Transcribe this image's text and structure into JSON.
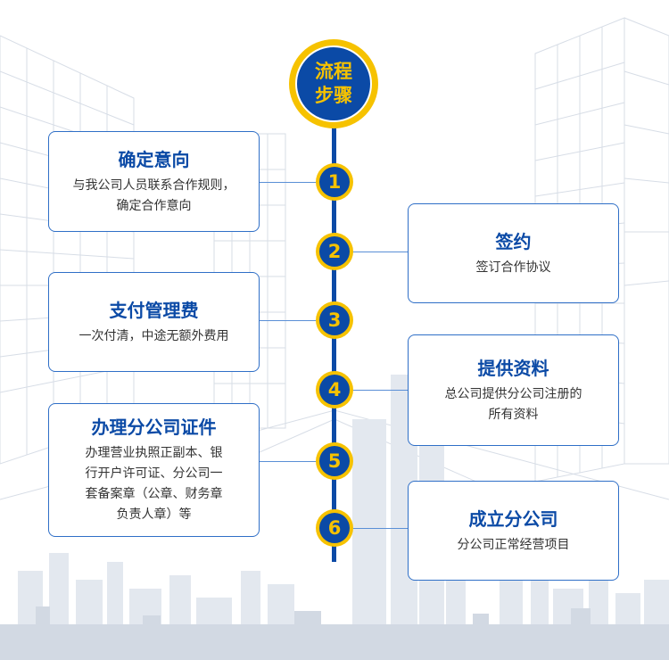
{
  "title": {
    "line1": "流程",
    "line2": "步骤"
  },
  "colors": {
    "primary": "#0b4aa6",
    "accent": "#f6c200",
    "border": "#2f6fc7",
    "text": "#333333"
  },
  "steps": [
    {
      "number": "1",
      "title": "确定意向",
      "description": "与我公司人员联系合作规则，\n确定合作意向"
    },
    {
      "number": "2",
      "title": "签约",
      "description": "签订合作协议"
    },
    {
      "number": "3",
      "title": "支付管理费",
      "description": "一次付清，中途无额外费用"
    },
    {
      "number": "4",
      "title": "提供资料",
      "description": "总公司提供分公司注册的\n所有资料"
    },
    {
      "number": "5",
      "title": "办理分公司证件",
      "description": "办理营业执照正副本、银\n行开户许可证、分公司一\n套备案章（公章、财务章\n负责人章）等"
    },
    {
      "number": "6",
      "title": "成立分公司",
      "description": "分公司正常经营项目"
    }
  ]
}
